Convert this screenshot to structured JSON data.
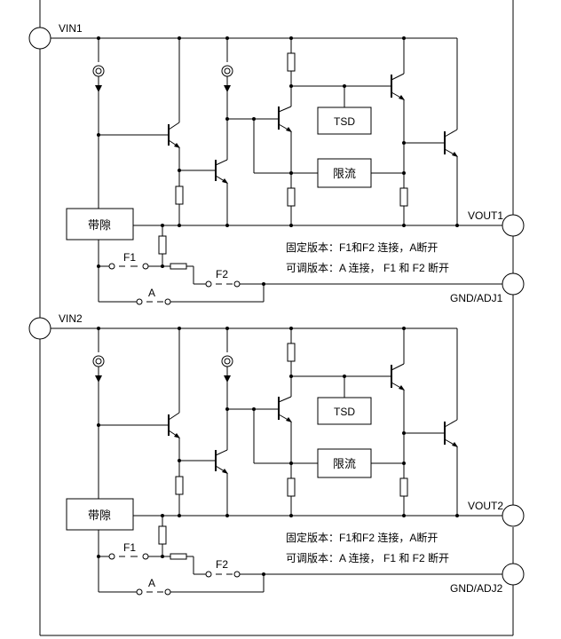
{
  "circuit1": {
    "vin_label": "VIN1",
    "vout_label": "VOUT1",
    "gnd_label": "GND/ADJ1",
    "bandgap_label": "带隙",
    "tsd_label": "TSD",
    "current_limit_label": "限流",
    "fuse1_label": "F1",
    "fuse2_label": "F2",
    "fuseA_label": "A",
    "note_fixed": "固定版本：F1和F2 连接，A断开",
    "note_adjustable": "可调版本：A 连接， F1 和 F2 断开"
  },
  "circuit2": {
    "vin_label": "VIN2",
    "vout_label": "VOUT2",
    "gnd_label": "GND/ADJ2",
    "bandgap_label": "带隙",
    "tsd_label": "TSD",
    "current_limit_label": "限流",
    "fuse1_label": "F1",
    "fuse2_label": "F2",
    "fuseA_label": "A",
    "note_fixed": "固定版本：F1和F2 连接，A断开",
    "note_adjustable": "可调版本：A 连接， F1 和 F2 断开"
  }
}
